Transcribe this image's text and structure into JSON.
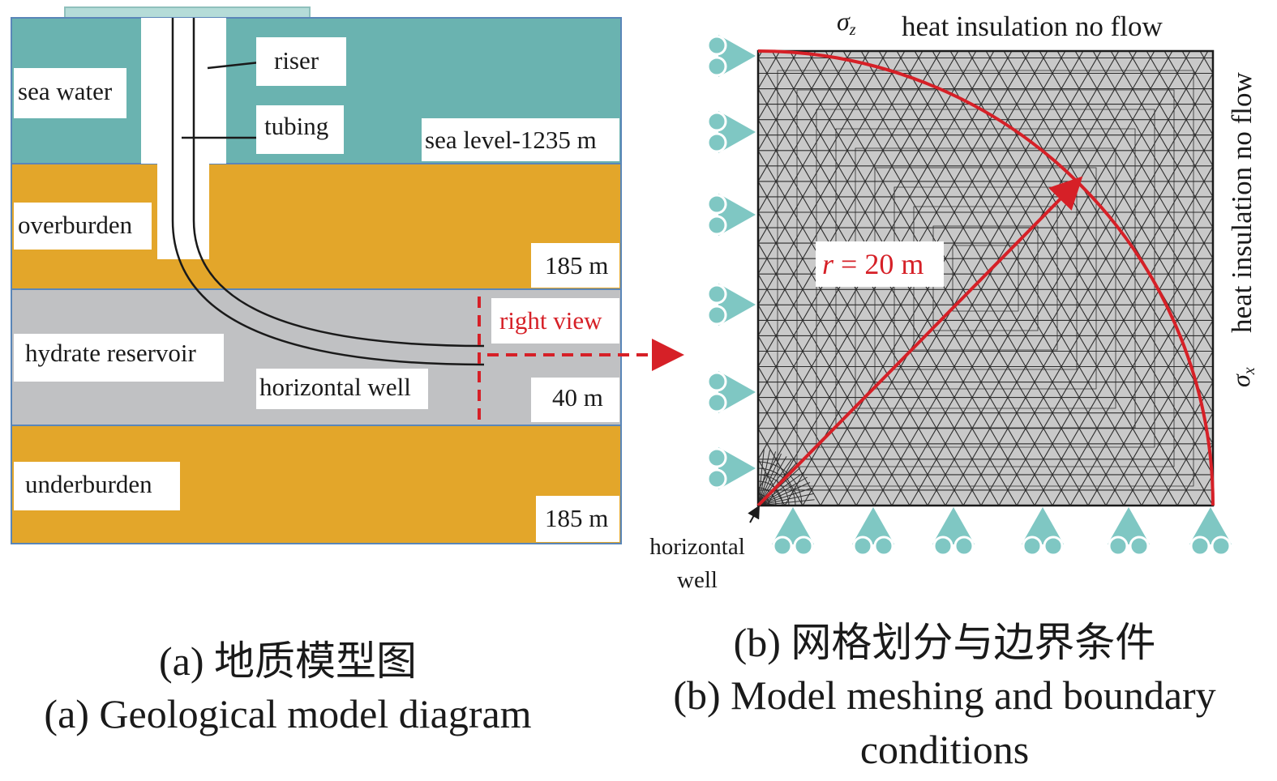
{
  "panel_a": {
    "labels": {
      "sea_water": "sea water",
      "riser": "riser",
      "tubing": "tubing",
      "sea_level": "sea level-1235 m",
      "overburden": "overburden",
      "overburden_thickness": "185 m",
      "right_view": "right view",
      "hydrate_reservoir": "hydrate reservoir",
      "horizontal_well": "horizontal well",
      "reservoir_thickness": "40 m",
      "underburden": "underburden",
      "underburden_thickness": "185 m"
    },
    "caption_cn": "(a) 地质模型图",
    "caption_en": "(a) Geological model diagram"
  },
  "panel_b": {
    "sigma_z": "σ",
    "sigma_z_sub": "z",
    "top_boundary": "heat insulation no flow",
    "right_boundary": "heat insulation no flow",
    "sigma_x": "σ",
    "sigma_x_sub": "x",
    "radius_var": "r",
    "radius_value": " = 20 m",
    "well_label_1": "horizontal",
    "well_label_2": "well",
    "caption_cn": "(b) 网格划分与边界条件",
    "caption_en_1": "(b) Model meshing and boundary",
    "caption_en_2": "conditions"
  },
  "colors": {
    "sea": "#6ab3b0",
    "sediment": "#e3a62a",
    "reservoir": "#c0c1c3",
    "mesh_bg": "#c9c9c9",
    "mesh_line": "#2d2d2d",
    "accent_red": "#d62027",
    "support": "#7fc7c3"
  }
}
